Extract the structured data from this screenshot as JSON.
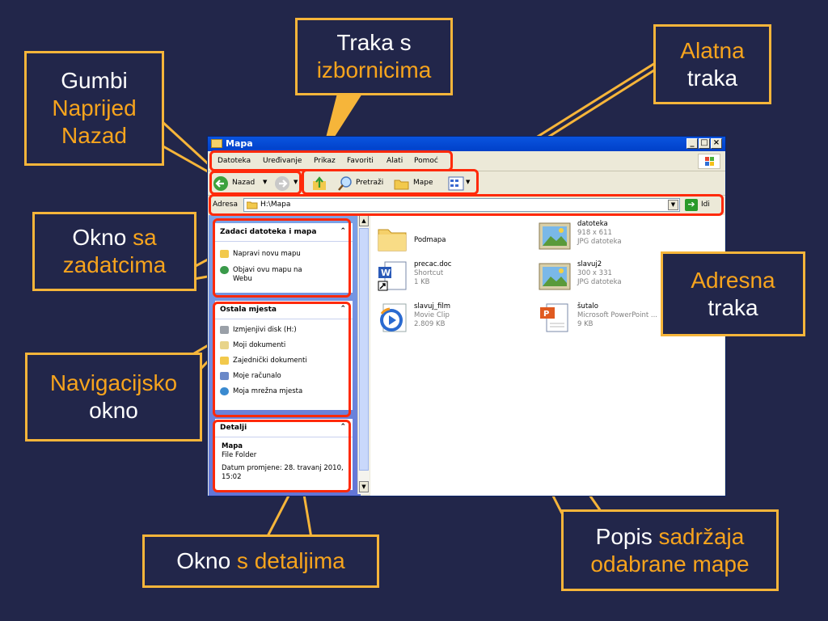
{
  "window": {
    "title": "Mapa",
    "menu": [
      "Datoteka",
      "Uređivanje",
      "Prikaz",
      "Favoriti",
      "Alati",
      "Pomoć"
    ],
    "toolbar": {
      "back": "Nazad",
      "search": "Pretraži",
      "folders": "Mape"
    },
    "address": {
      "label": "Adresa",
      "value": "H:\\Mapa",
      "go": "Idi"
    },
    "tasks": {
      "title": "Zadaci datoteka i mapa",
      "items": [
        "Napravi novu mapu",
        "Objavi ovu mapu na Webu"
      ]
    },
    "places": {
      "title": "Ostala mjesta",
      "items": [
        "Izmjenjivi disk (H:)",
        "Moji dokumenti",
        "Zajednički dokumenti",
        "Moje računalo",
        "Moja mrežna mjesta"
      ]
    },
    "details": {
      "title": "Detalji",
      "name": "Mapa",
      "type": "File Folder",
      "modified": "Datum promjene: 28. travanj 2010, 15:02"
    },
    "files": [
      {
        "name": "Podmapa",
        "line2": "",
        "line3": "",
        "icon": "folder-icon"
      },
      {
        "name": "datoteka",
        "line2": "918 x 611",
        "line3": "JPG datoteka",
        "icon": "image-icon"
      },
      {
        "name": "precac.doc",
        "line2": "Shortcut",
        "line3": "1 KB",
        "icon": "word-shortcut-icon"
      },
      {
        "name": "slavuj2",
        "line2": "300 x 331",
        "line3": "JPG datoteka",
        "icon": "image-icon"
      },
      {
        "name": "slavuj_film",
        "line2": "Movie Clip",
        "line3": "2.809 KB",
        "icon": "media-icon"
      },
      {
        "name": "šutalo",
        "line2": "Microsoft PowerPoint ...",
        "line3": "9 KB",
        "icon": "powerpoint-icon"
      }
    ]
  },
  "callouts": {
    "menubar": [
      "Traka s",
      "izbornicima"
    ],
    "toolbar": [
      "Alatna",
      "traka"
    ],
    "nav_buttons": [
      "Gumbi",
      "Naprijed",
      "Nazad"
    ],
    "tasks": [
      "Okno ",
      "sa",
      "zadatcima"
    ],
    "address": [
      "Adresna",
      "traka"
    ],
    "navigation": [
      "Navigacijsko",
      "okno"
    ],
    "content": [
      "Popis ",
      "sadržaja",
      "odabrane mape"
    ],
    "details": [
      "Okno ",
      "s detaljima"
    ]
  }
}
